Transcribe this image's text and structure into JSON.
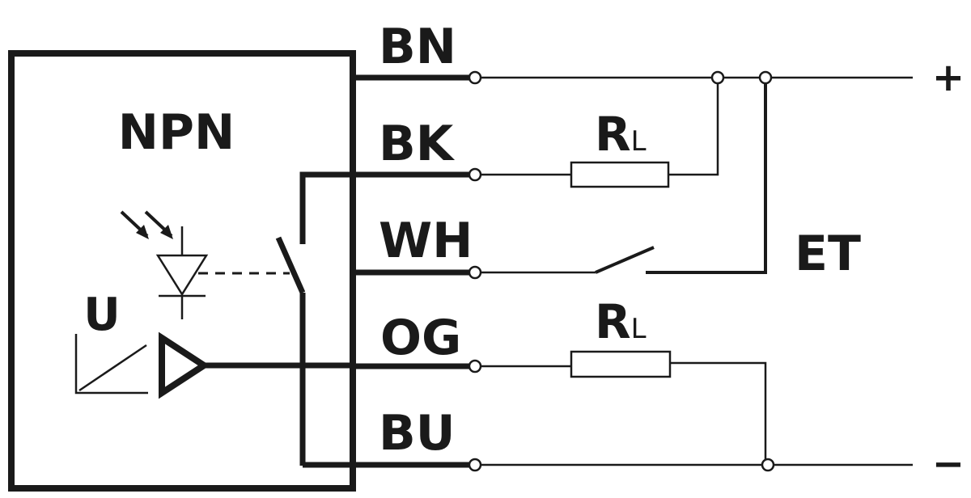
{
  "diagram": {
    "title": "NPN",
    "sensor_voltage_label": "U",
    "wires": [
      {
        "id": "bn",
        "label": "BN"
      },
      {
        "id": "bk",
        "label": "BK"
      },
      {
        "id": "wh",
        "label": "WH"
      },
      {
        "id": "og",
        "label": "OG"
      },
      {
        "id": "bu",
        "label": "BU"
      }
    ],
    "loads": [
      {
        "id": "rl-bk",
        "label_main": "R",
        "label_sub": "L"
      },
      {
        "id": "rl-og",
        "label_main": "R",
        "label_sub": "L"
      }
    ],
    "external_test_label": "ET",
    "supply": {
      "positive": "+",
      "negative": "−"
    },
    "colors": {
      "line": "#1a1a1a",
      "background": "#ffffff"
    }
  }
}
